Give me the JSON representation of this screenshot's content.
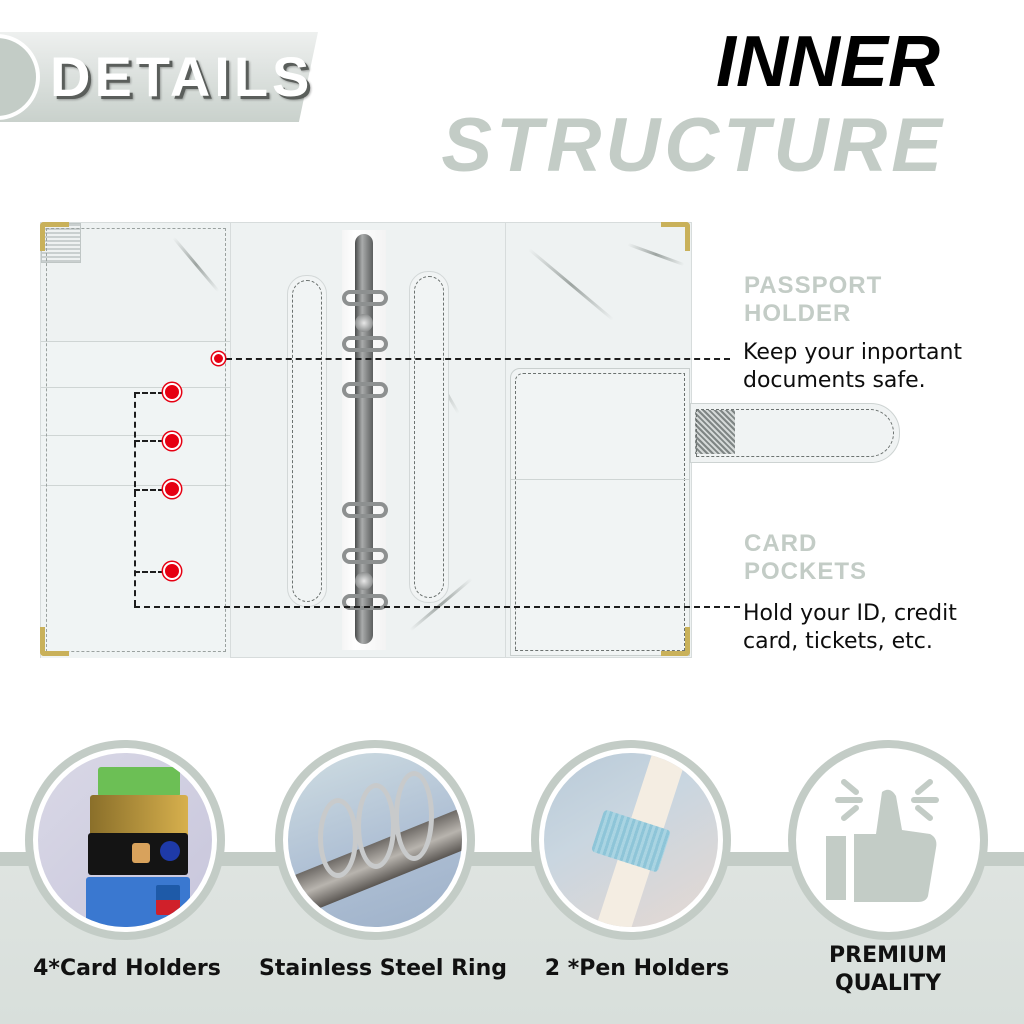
{
  "header": {
    "badge_label": "DETAILS",
    "title_line1": "INNER",
    "title_line2": "STRUCTURE"
  },
  "callouts": [
    {
      "title_line1": "PASSPORT",
      "title_line2": "HOLDER",
      "desc_line1": "Keep your inportant",
      "desc_line2": "documents safe."
    },
    {
      "title_line1": "CARD",
      "title_line2": "POCKETS",
      "desc_line1": "Hold your ID, credit",
      "desc_line2": "card, tickets, etc."
    }
  ],
  "features": [
    {
      "label": "4*Card Holders",
      "icon": "card-holders-photo"
    },
    {
      "label": "Stainless Steel Ring",
      "icon": "steel-ring-photo"
    },
    {
      "label": "2 *Pen Holders",
      "icon": "pen-holder-photo"
    },
    {
      "label_line1": "PREMIUM",
      "label_line2": "QUALITY",
      "icon": "thumbs-up-icon"
    }
  ],
  "colors": {
    "accent_gray": "#c3ccc6",
    "marker_red": "#e60012",
    "hardware_gold": "#c9b15a"
  }
}
